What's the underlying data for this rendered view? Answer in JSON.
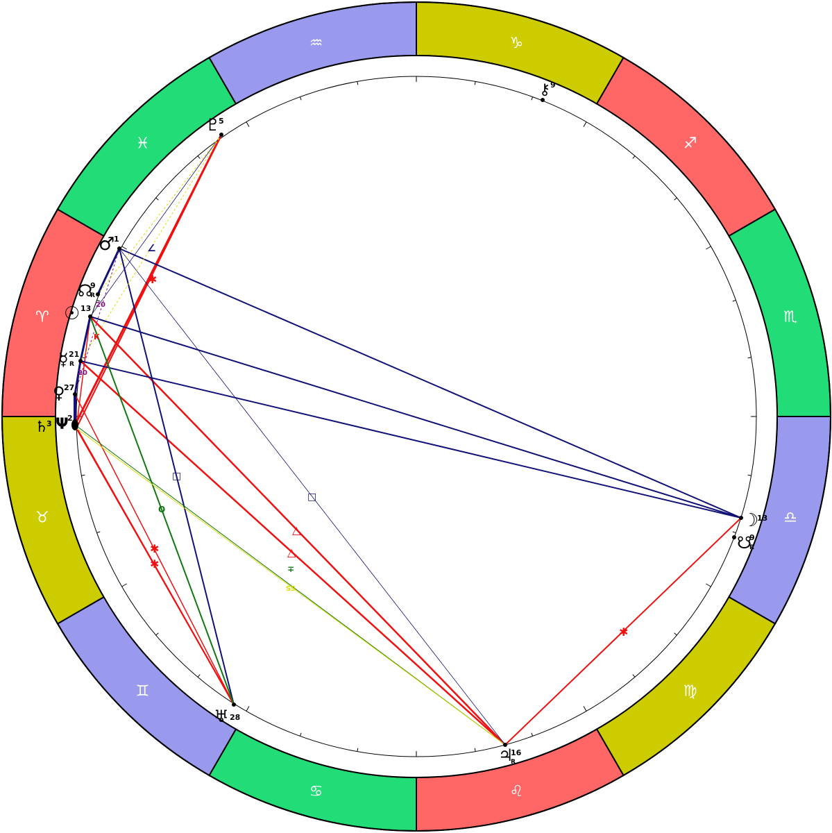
{
  "colors": {
    "fire": "#ff6666",
    "earth": "#cccc00",
    "air": "#9999ee",
    "water": "#22dd77",
    "aspect_red": "#ee1111",
    "aspect_blue": "#111177",
    "aspect_green": "#117711",
    "aspect_yellow": "#dddd00",
    "aspect_purple": "#881188"
  },
  "signs": [
    {
      "name": "Capricorn",
      "glyph": "♑",
      "element": "earth"
    },
    {
      "name": "Sagittarius",
      "glyph": "♐",
      "element": "fire"
    },
    {
      "name": "Scorpio",
      "glyph": "♏",
      "element": "water"
    },
    {
      "name": "Libra",
      "glyph": "♎",
      "element": "air"
    },
    {
      "name": "Virgo",
      "glyph": "♍",
      "element": "earth"
    },
    {
      "name": "Leo",
      "glyph": "♌",
      "element": "fire"
    },
    {
      "name": "Cancer",
      "glyph": "♋",
      "element": "water"
    },
    {
      "name": "Gemini",
      "glyph": "♊",
      "element": "air"
    },
    {
      "name": "Taurus",
      "glyph": "♉",
      "element": "earth"
    },
    {
      "name": "Aries",
      "glyph": "♈",
      "element": "fire"
    },
    {
      "name": "Pisces",
      "glyph": "♓",
      "element": "water"
    },
    {
      "name": "Aquarius",
      "glyph": "♒",
      "element": "air"
    }
  ],
  "planets": [
    {
      "id": "pluto",
      "glyph": "♇",
      "degree": "5",
      "retro": ""
    },
    {
      "id": "chiron",
      "glyph": "⚷",
      "degree": "9",
      "retro": ""
    },
    {
      "id": "mars",
      "glyph": "♂",
      "degree": "1",
      "retro": ""
    },
    {
      "id": "north-node",
      "glyph": "☊",
      "degree": "9",
      "retro": "R"
    },
    {
      "id": "sun",
      "glyph": "☉",
      "degree": "13",
      "retro": ""
    },
    {
      "id": "mercury",
      "glyph": "☿",
      "degree": "21",
      "retro": "R"
    },
    {
      "id": "venus",
      "glyph": "♀",
      "degree": "27",
      "retro": ""
    },
    {
      "id": "neptune",
      "glyph": "Ψ",
      "degree": "2",
      "retro": ""
    },
    {
      "id": "saturn",
      "glyph": "♄",
      "degree": "3",
      "retro": ""
    },
    {
      "id": "moon",
      "glyph": "☽",
      "degree": "13",
      "retro": ""
    },
    {
      "id": "south-node",
      "glyph": "☋",
      "degree": "9",
      "retro": "R"
    },
    {
      "id": "uranus",
      "glyph": "♅",
      "degree": "28",
      "retro": ""
    },
    {
      "id": "jupiter",
      "glyph": "♃",
      "degree": "16",
      "retro": "R"
    }
  ],
  "aspect_labels": [
    {
      "id": "sextile-pluto-neptune",
      "text": "✱",
      "color": "aspect_red"
    },
    {
      "id": "semisextile-mars",
      "text": "∠",
      "color": "aspect_blue"
    },
    {
      "id": "square-mars-uranus",
      "text": "□",
      "color": "aspect_blue"
    },
    {
      "id": "square-mars-jupiter",
      "text": "□",
      "color": "aspect_blue"
    },
    {
      "id": "quintile-sun-uranus",
      "text": "Q",
      "color": "aspect_green"
    },
    {
      "id": "trine-sun-jupiter",
      "text": "△",
      "color": "aspect_red"
    },
    {
      "id": "trine-venus-jupiter",
      "text": "△",
      "color": "aspect_red"
    },
    {
      "id": "sextile-uranus-1",
      "text": "✱",
      "color": "aspect_red"
    },
    {
      "id": "sextile-uranus-2",
      "text": "✱",
      "color": "aspect_red"
    },
    {
      "id": "biquintile-jupiter",
      "text": "∓",
      "color": "aspect_green"
    },
    {
      "id": "sesquisquare-jupiter",
      "text": "SS",
      "color": "aspect_yellow"
    },
    {
      "id": "sextile-moon-jupiter",
      "text": "✱",
      "color": "aspect_red"
    },
    {
      "id": "semisextile-sun",
      "text": "K",
      "color": "aspect_red"
    },
    {
      "id": "orb-label-1",
      "text": "20",
      "color": "aspect_purple"
    },
    {
      "id": "orb-label-2",
      "text": "20",
      "color": "aspect_purple"
    }
  ]
}
